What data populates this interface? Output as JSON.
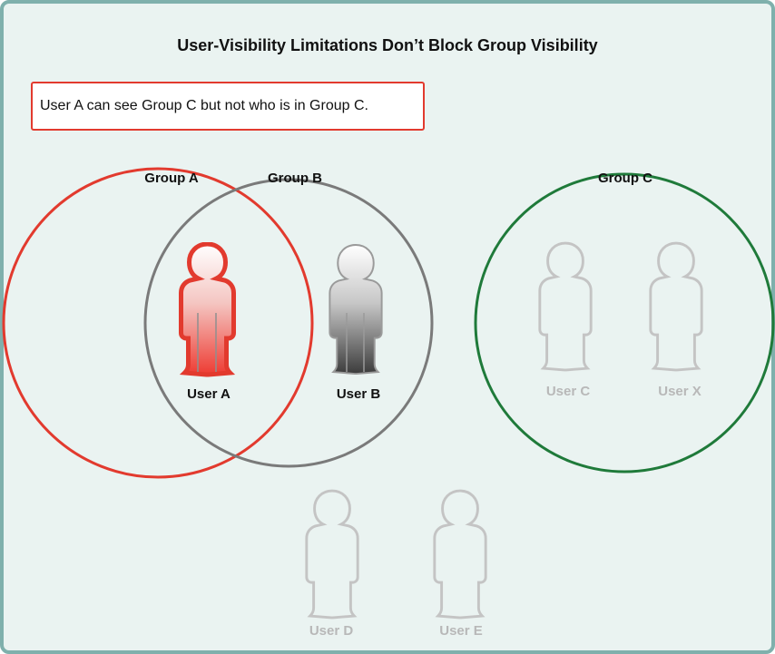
{
  "title": "User-Visibility Limitations Don’t Block Group Visibility",
  "note": "User A can see Group C but not who is in Group C.",
  "groups": {
    "a": {
      "label": "Group A",
      "color": "#e23a2e"
    },
    "b": {
      "label": "Group B",
      "color": "#7a7a7a"
    },
    "c": {
      "label": "Group C",
      "color": "#1f7a3a"
    }
  },
  "users": {
    "a": {
      "label": "User A",
      "icon": "person-icon",
      "state": "selected"
    },
    "b": {
      "label": "User B",
      "icon": "person-icon",
      "state": "visible"
    },
    "c": {
      "label": "User C",
      "icon": "person-outline-icon",
      "state": "hidden"
    },
    "x": {
      "label": "User X",
      "icon": "person-outline-icon",
      "state": "hidden"
    },
    "d": {
      "label": "User D",
      "icon": "person-outline-icon",
      "state": "hidden"
    },
    "e": {
      "label": "User E",
      "icon": "person-outline-icon",
      "state": "hidden"
    }
  }
}
